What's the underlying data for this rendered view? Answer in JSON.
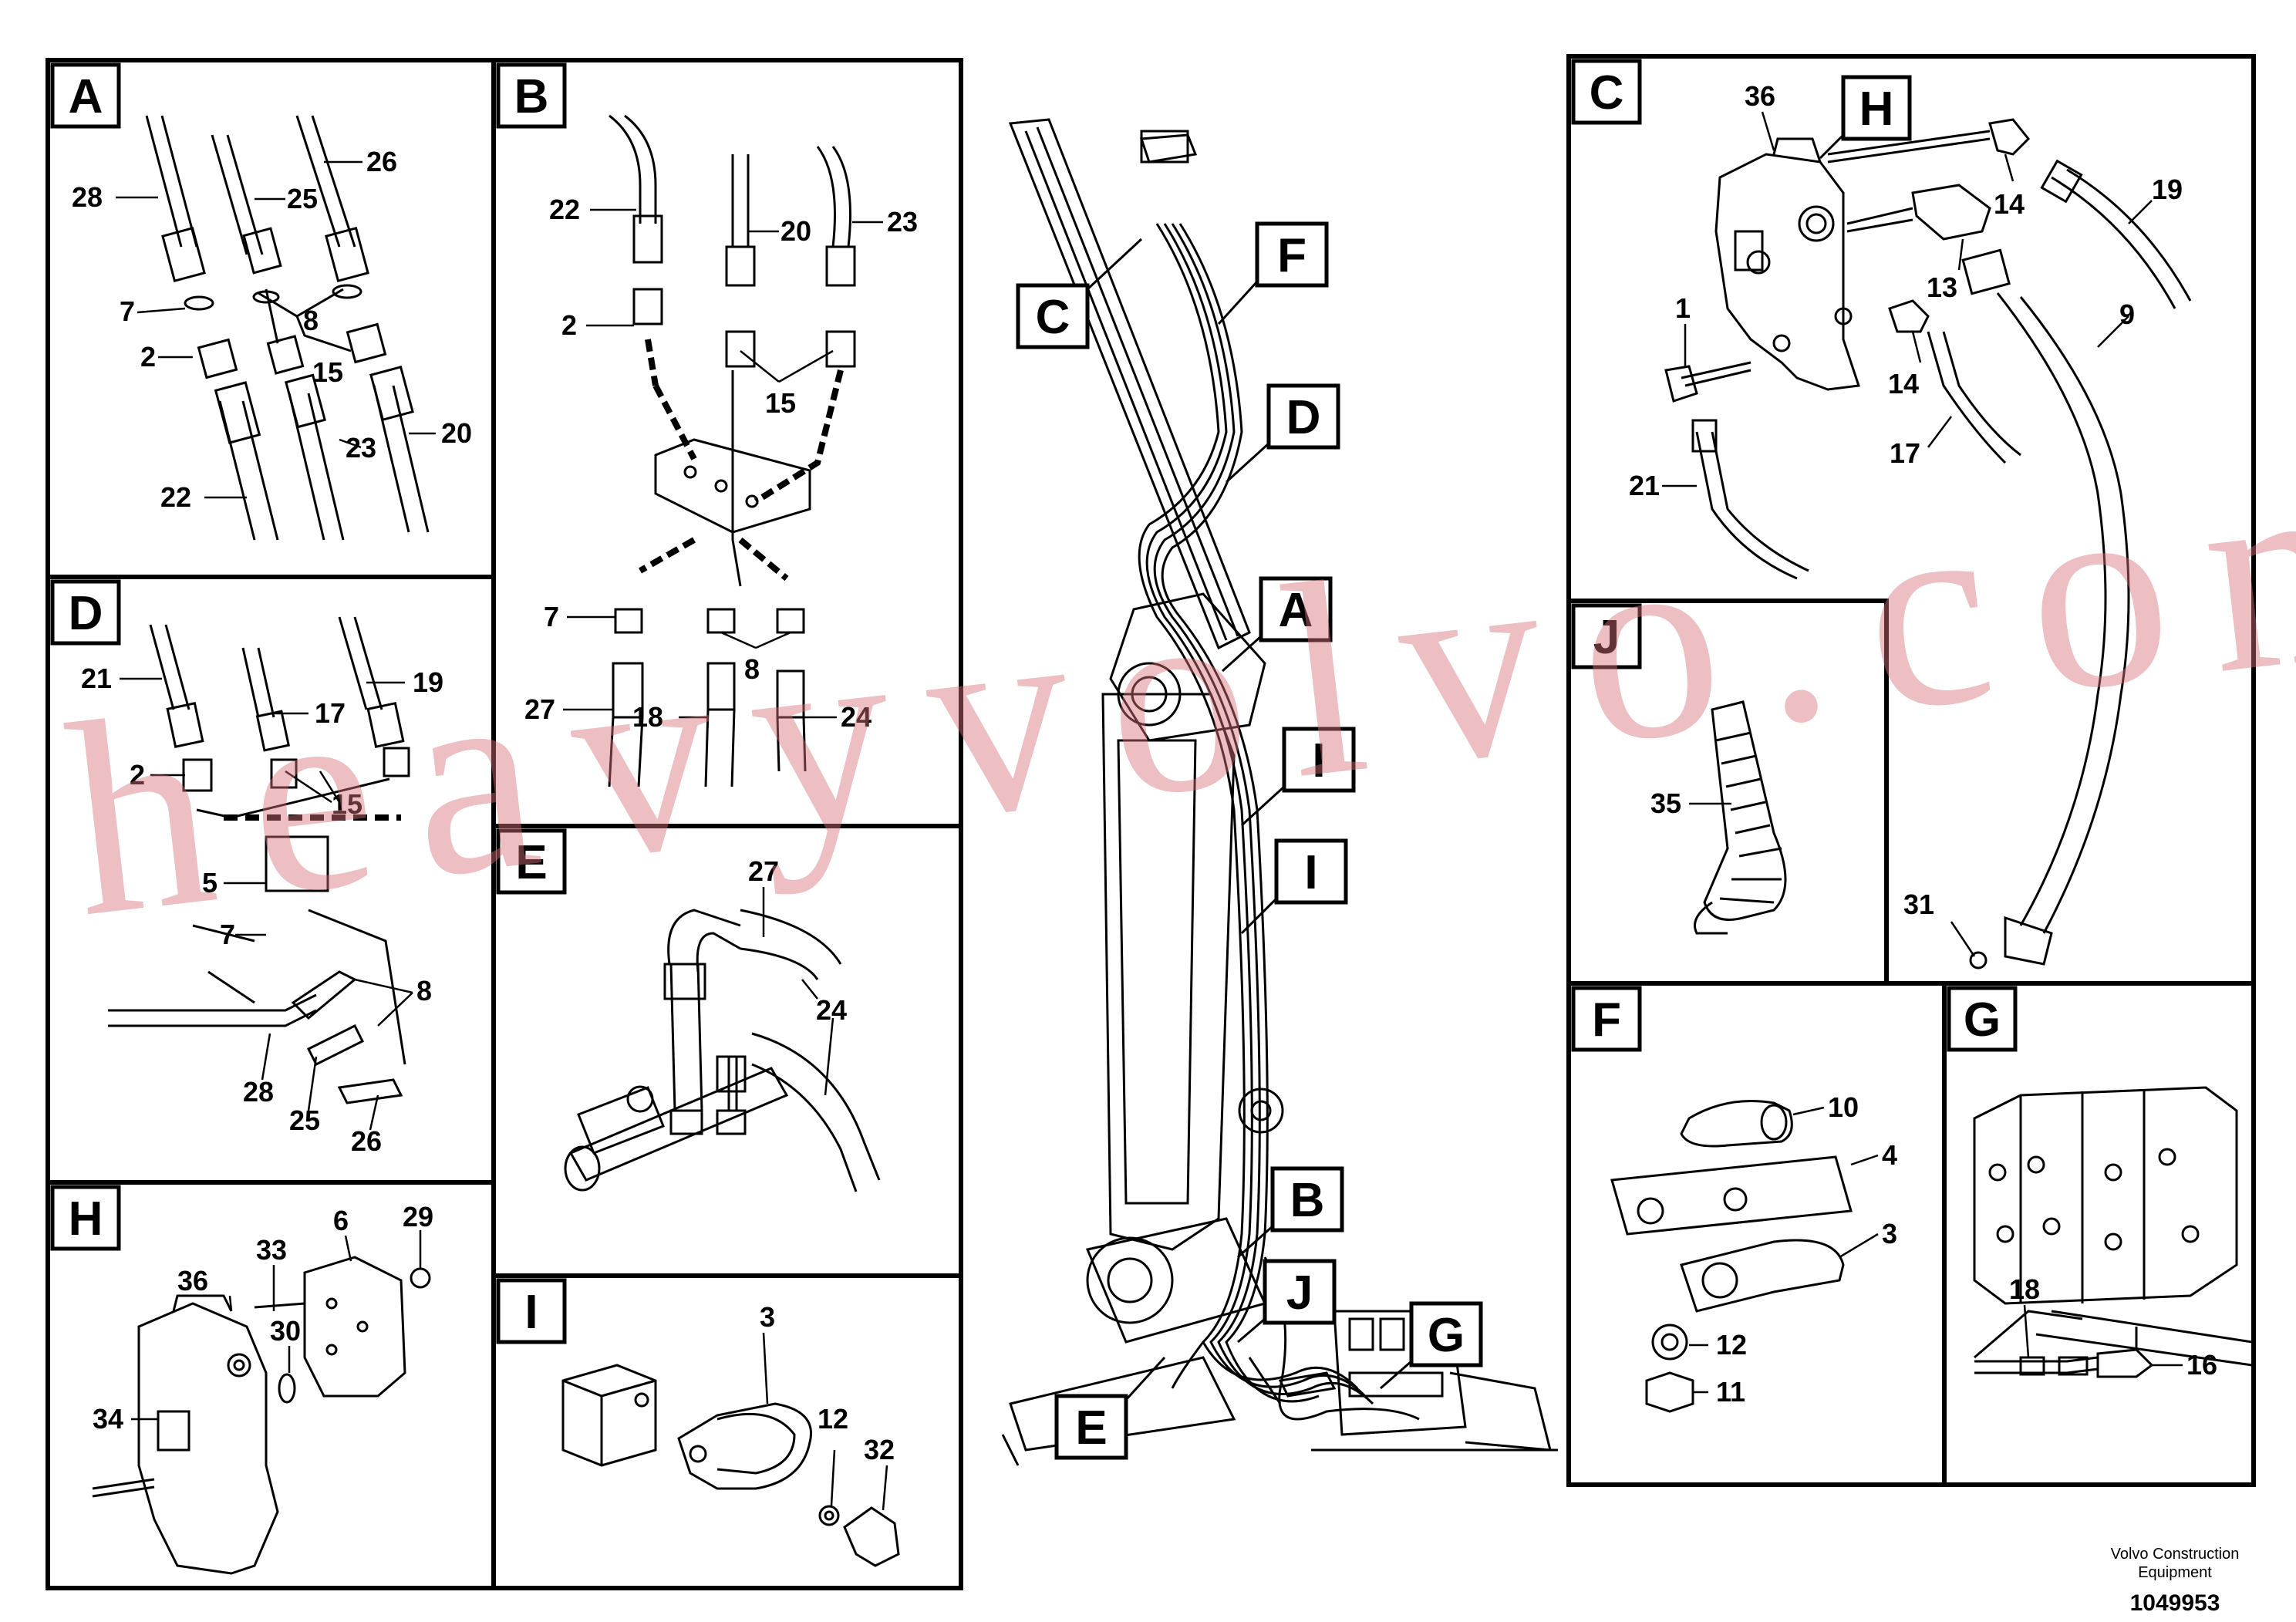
{
  "panels": {
    "A": {
      "letter": "A",
      "callouts": [
        "28",
        "25",
        "26",
        "7",
        "8",
        "2",
        "15",
        "23",
        "20",
        "22"
      ]
    },
    "B": {
      "letter": "B",
      "callouts": [
        "22",
        "20",
        "23",
        "2",
        "15",
        "7",
        "8",
        "27",
        "18",
        "24"
      ]
    },
    "C": {
      "letter": "C",
      "callouts": [
        "36",
        "14",
        "19",
        "13",
        "1",
        "9",
        "14",
        "17",
        "21",
        "31"
      ]
    },
    "D": {
      "letter": "D",
      "callouts": [
        "21",
        "17",
        "19",
        "2",
        "15",
        "5",
        "7",
        "8",
        "28",
        "25",
        "26"
      ]
    },
    "E": {
      "letter": "E",
      "callouts": [
        "27",
        "24"
      ]
    },
    "F": {
      "letter": "F",
      "callouts": [
        "10",
        "4",
        "3",
        "12",
        "11"
      ]
    },
    "G": {
      "letter": "G",
      "callouts": [
        "18",
        "16"
      ]
    },
    "H": {
      "letter": "H",
      "callouts": [
        "6",
        "29",
        "33",
        "36",
        "30",
        "34"
      ]
    },
    "I": {
      "letter": "I",
      "callouts": [
        "3",
        "12",
        "32"
      ]
    },
    "J": {
      "letter": "J",
      "callouts": [
        "35"
      ]
    }
  },
  "overview_tags": [
    "C",
    "F",
    "D",
    "A",
    "I",
    "I",
    "B",
    "J",
    "G",
    "E"
  ],
  "watermark": "heavyvolvo.com",
  "footer": {
    "company_line1": "Volvo Construction",
    "company_line2": "Equipment",
    "drawing_number": "1049953"
  }
}
